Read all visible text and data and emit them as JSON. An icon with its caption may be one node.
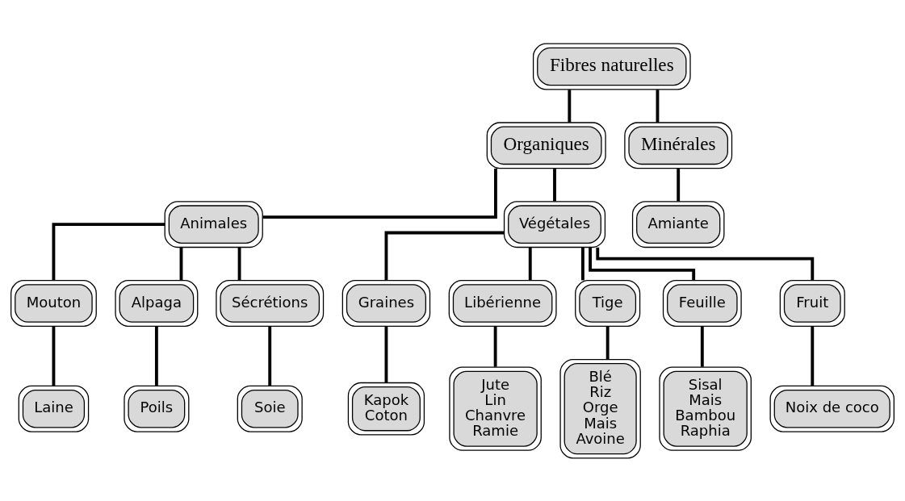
{
  "diagram": {
    "nodes": [
      {
        "text": [
          "Fibres naturelles"
        ]
      },
      {
        "text": [
          "Organiques"
        ]
      },
      {
        "text": [
          "Minérales"
        ]
      },
      {
        "text": [
          "Animales"
        ]
      },
      {
        "text": [
          "Végétales"
        ]
      },
      {
        "text": [
          "Amiante"
        ]
      },
      {
        "text": [
          "Mouton"
        ]
      },
      {
        "text": [
          "Alpaga"
        ]
      },
      {
        "text": [
          "Sécrétions"
        ]
      },
      {
        "text": [
          "Graines"
        ]
      },
      {
        "text": [
          "Libérienne"
        ]
      },
      {
        "text": [
          "Tige"
        ]
      },
      {
        "text": [
          "Feuille"
        ]
      },
      {
        "text": [
          "Fruit"
        ]
      },
      {
        "text": [
          "Laine"
        ]
      },
      {
        "text": [
          "Poils"
        ]
      },
      {
        "text": [
          "Soie"
        ]
      },
      {
        "text": [
          "Kapok",
          "Coton"
        ]
      },
      {
        "text": [
          "Jute",
          "Lin",
          "Chanvre",
          "Ramie"
        ]
      },
      {
        "text": [
          "Blé",
          "Riz",
          "Orge",
          "Mais",
          "Avoine"
        ]
      },
      {
        "text": [
          "Sisal",
          "Mais",
          "Bambou",
          "Raphia"
        ]
      },
      {
        "text": [
          "Noix de coco"
        ]
      }
    ],
    "edges": [
      {
        "from": 0,
        "to": 1,
        "arrow": "none"
      },
      {
        "from": 0,
        "to": 2,
        "arrow": "none"
      },
      {
        "from": 1,
        "to": 3,
        "arrow": "none"
      },
      {
        "from": 1,
        "to": 4,
        "arrow": "none"
      },
      {
        "from": 2,
        "to": 5,
        "arrow": "none"
      },
      {
        "from": 3,
        "to": 6,
        "arrow": "none"
      },
      {
        "from": 3,
        "to": 7,
        "arrow": "none"
      },
      {
        "from": 3,
        "to": 8,
        "arrow": "none"
      },
      {
        "from": 4,
        "to": 9,
        "arrow": "none"
      },
      {
        "from": 4,
        "to": 10,
        "arrow": "none"
      },
      {
        "from": 4,
        "to": 11,
        "arrow": "none"
      },
      {
        "from": 4,
        "to": 12,
        "arrow": "none"
      },
      {
        "from": 4,
        "to": 13,
        "arrow": "none"
      },
      {
        "from": 6,
        "to": 14,
        "arrow": "none"
      },
      {
        "from": 7,
        "to": 15,
        "arrow": "none"
      },
      {
        "from": 8,
        "to": 16,
        "arrow": "none"
      },
      {
        "from": 9,
        "to": 17,
        "arrow": "none"
      },
      {
        "from": 10,
        "to": 18,
        "arrow": "none"
      },
      {
        "from": 11,
        "to": 19,
        "arrow": "none"
      },
      {
        "from": 12,
        "to": 20,
        "arrow": "none"
      },
      {
        "from": 13,
        "to": 21,
        "arrow": "none"
      }
    ]
  }
}
